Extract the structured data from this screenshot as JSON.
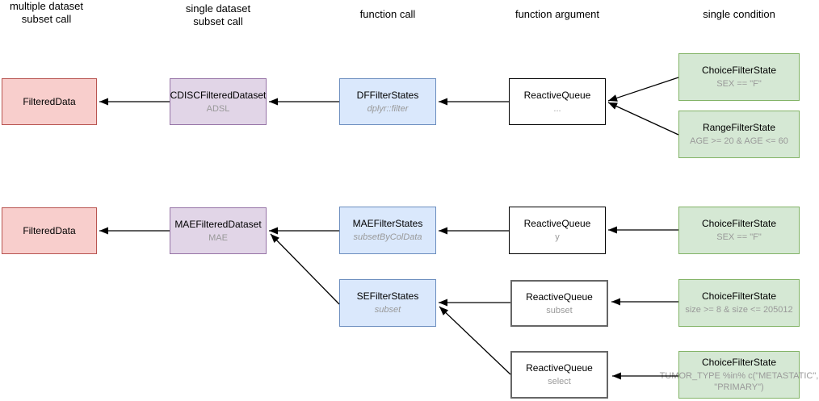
{
  "diagram": {
    "headers": [
      {
        "text": "multiple dataset\nsubset call"
      },
      {
        "text": "single dataset\nsubset call"
      },
      {
        "text": "function call"
      },
      {
        "text": "function argument"
      },
      {
        "text": "single condition"
      }
    ],
    "nodes": {
      "filtered_data_1": {
        "label": "FilteredData"
      },
      "cdisc_filtered_dataset": {
        "label": "CDISCFilteredDataset",
        "sub": "ADSL"
      },
      "df_filter_states": {
        "label": "DFFilterStates",
        "sub": "dplyr::filter"
      },
      "reactive_queue_1": {
        "label": "ReactiveQueue",
        "sub": "..."
      },
      "choice_filter_state_1": {
        "label": "ChoiceFilterState",
        "sub": "SEX == \"F\""
      },
      "range_filter_state": {
        "label": "RangeFilterState",
        "sub": "AGE >= 20 & AGE <= 60"
      },
      "filtered_data_2": {
        "label": "FilteredData"
      },
      "mae_filtered_dataset": {
        "label": "MAEFilteredDataset",
        "sub": "MAE"
      },
      "mae_filter_states": {
        "label": "MAEFilterStates",
        "sub": "subsetByColData"
      },
      "reactive_queue_y": {
        "label": "ReactiveQueue",
        "sub": "y"
      },
      "choice_filter_state_2": {
        "label": "ChoiceFilterState",
        "sub": "SEX == \"F\""
      },
      "se_filter_states": {
        "label": "SEFilterStates",
        "sub": "subset"
      },
      "reactive_queue_subset": {
        "label": "ReactiveQueue",
        "sub": "subset"
      },
      "choice_filter_state_size": {
        "label": "ChoiceFilterState",
        "sub": "size >= 8 & size <= 205012"
      },
      "reactive_queue_select": {
        "label": "ReactiveQueue",
        "sub": "select"
      },
      "choice_filter_state_tumor": {
        "label": "ChoiceFilterState",
        "sub": "TUMOR_TYPE %in% c(\"METASTATIC\",\n\"PRIMARY\")"
      }
    },
    "edges": [
      {
        "from": "cdisc_filtered_dataset",
        "to": "filtered_data_1"
      },
      {
        "from": "df_filter_states",
        "to": "cdisc_filtered_dataset"
      },
      {
        "from": "reactive_queue_1",
        "to": "df_filter_states"
      },
      {
        "from": "choice_filter_state_1",
        "to": "reactive_queue_1"
      },
      {
        "from": "range_filter_state",
        "to": "reactive_queue_1"
      },
      {
        "from": "mae_filtered_dataset",
        "to": "filtered_data_2"
      },
      {
        "from": "mae_filter_states",
        "to": "mae_filtered_dataset"
      },
      {
        "from": "reactive_queue_y",
        "to": "mae_filter_states"
      },
      {
        "from": "choice_filter_state_2",
        "to": "reactive_queue_y"
      },
      {
        "from": "se_filter_states",
        "to": "mae_filtered_dataset"
      },
      {
        "from": "reactive_queue_subset",
        "to": "se_filter_states"
      },
      {
        "from": "choice_filter_state_size",
        "to": "reactive_queue_subset"
      },
      {
        "from": "reactive_queue_select",
        "to": "se_filter_states"
      },
      {
        "from": "choice_filter_state_tumor",
        "to": "reactive_queue_select"
      }
    ],
    "colors": {
      "kinds": {
        "red": {
          "fill": "#F8CECC",
          "border": "#B85450"
        },
        "purple": {
          "fill": "#E1D5E7",
          "border": "#9673A6"
        },
        "blue": {
          "fill": "#DAE8FC",
          "border": "#6C8EBF"
        },
        "green": {
          "fill": "#D5E8D4",
          "border": "#82B366"
        },
        "white": {
          "fill": "#FFFFFF",
          "border": "#000000"
        },
        "white_gray": {
          "fill": "#FFFFFF",
          "border": "#666666"
        }
      },
      "subtitle_text": "#999999",
      "arrow": "#000000"
    }
  }
}
